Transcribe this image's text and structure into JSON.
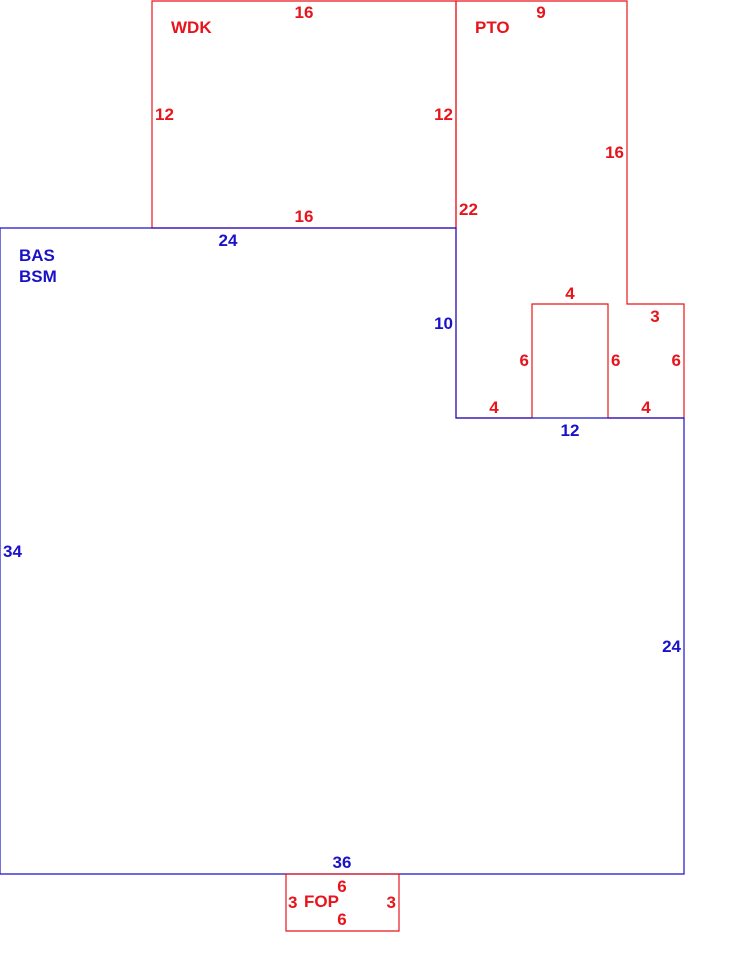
{
  "colors": {
    "red": "#e8141c",
    "blue": "#1a12c8"
  },
  "areas": {
    "wdk": {
      "code": "WDK",
      "dims": {
        "top": "16",
        "left": "12",
        "right": "12",
        "bottom": "16"
      }
    },
    "pto": {
      "code": "PTO",
      "dims": {
        "top": "9",
        "right_upper": "16",
        "left": "22",
        "step_top": "3",
        "right_lower": "6",
        "bottom_right": "4",
        "bottom_left": "4",
        "notch_top": "4",
        "notch_left": "6",
        "notch_right": "6"
      }
    },
    "bas": {
      "code1": "BAS",
      "code2": "BSM",
      "dims": {
        "top": "24",
        "left": "34",
        "inner_vertical": "10",
        "inner_horizontal": "12",
        "right": "24",
        "bottom": "36"
      }
    },
    "fop": {
      "code": "FOP",
      "dims": {
        "top": "6",
        "bottom": "6",
        "left": "3",
        "right": "3"
      }
    }
  }
}
